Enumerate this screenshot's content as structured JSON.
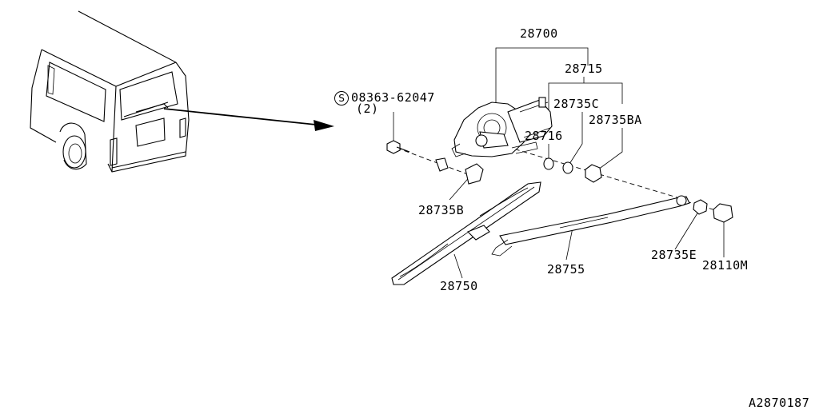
{
  "labels": {
    "assembly": "28700",
    "motor": "28715",
    "washer_c": "28735C",
    "washer_ba": "28735BA",
    "pivot": "28716",
    "bolt_code": "08363-62047",
    "bolt_qty": "(2)",
    "bracket_b": "28735B",
    "blade": "28750",
    "arm": "28755",
    "nut_e": "28735E",
    "cap": "28110M",
    "figure_code": "A2870187"
  },
  "icons": {
    "bolt_symbol": "S"
  }
}
